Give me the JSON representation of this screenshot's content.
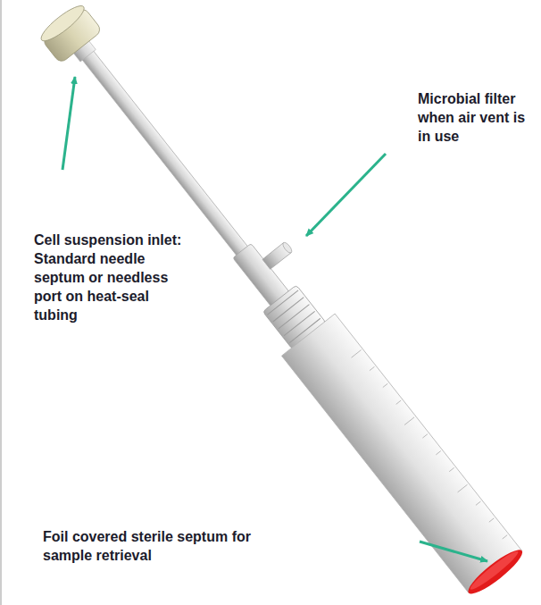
{
  "diagram": {
    "labels": [
      "Cell suspension inlet: Standard needle septum or needless port on heat-seal tubing",
      "Microbial filter when air vent is in use",
      "Foil covered sterile septum for sample retrieval"
    ]
  }
}
